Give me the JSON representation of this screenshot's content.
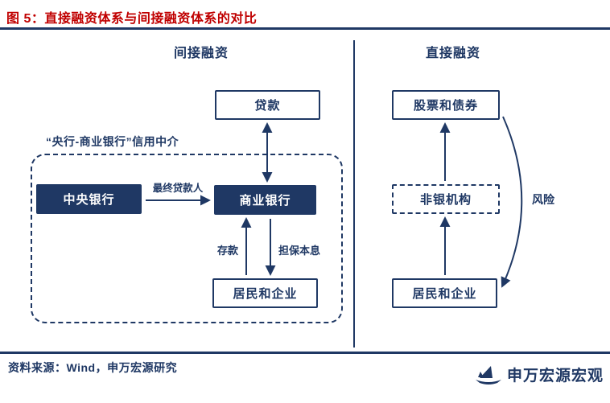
{
  "title": "图 5：直接融资体系与间接融资体系的对比",
  "left_panel": {
    "heading": "间接融资",
    "loan_box": "贷款",
    "intermediary_label": "“央行-商业银行”信用中介",
    "central_bank_box": "中央银行",
    "commercial_bank_box": "商业银行",
    "lender_label": "最终贷款人",
    "deposit_label": "存款",
    "guarantee_label": "担保本息",
    "residents_box": "居民和企业"
  },
  "right_panel": {
    "heading": "直接融资",
    "securities_box": "股票和债券",
    "nonbank_box": "非银机构",
    "residents_box": "居民和企业",
    "risk_label": "风险"
  },
  "footer": {
    "source": "资料来源：Wind，申万宏源研究",
    "logo_text": "申万宏源宏观"
  },
  "colors": {
    "navy": "#1F3864",
    "red": "#C00000"
  }
}
